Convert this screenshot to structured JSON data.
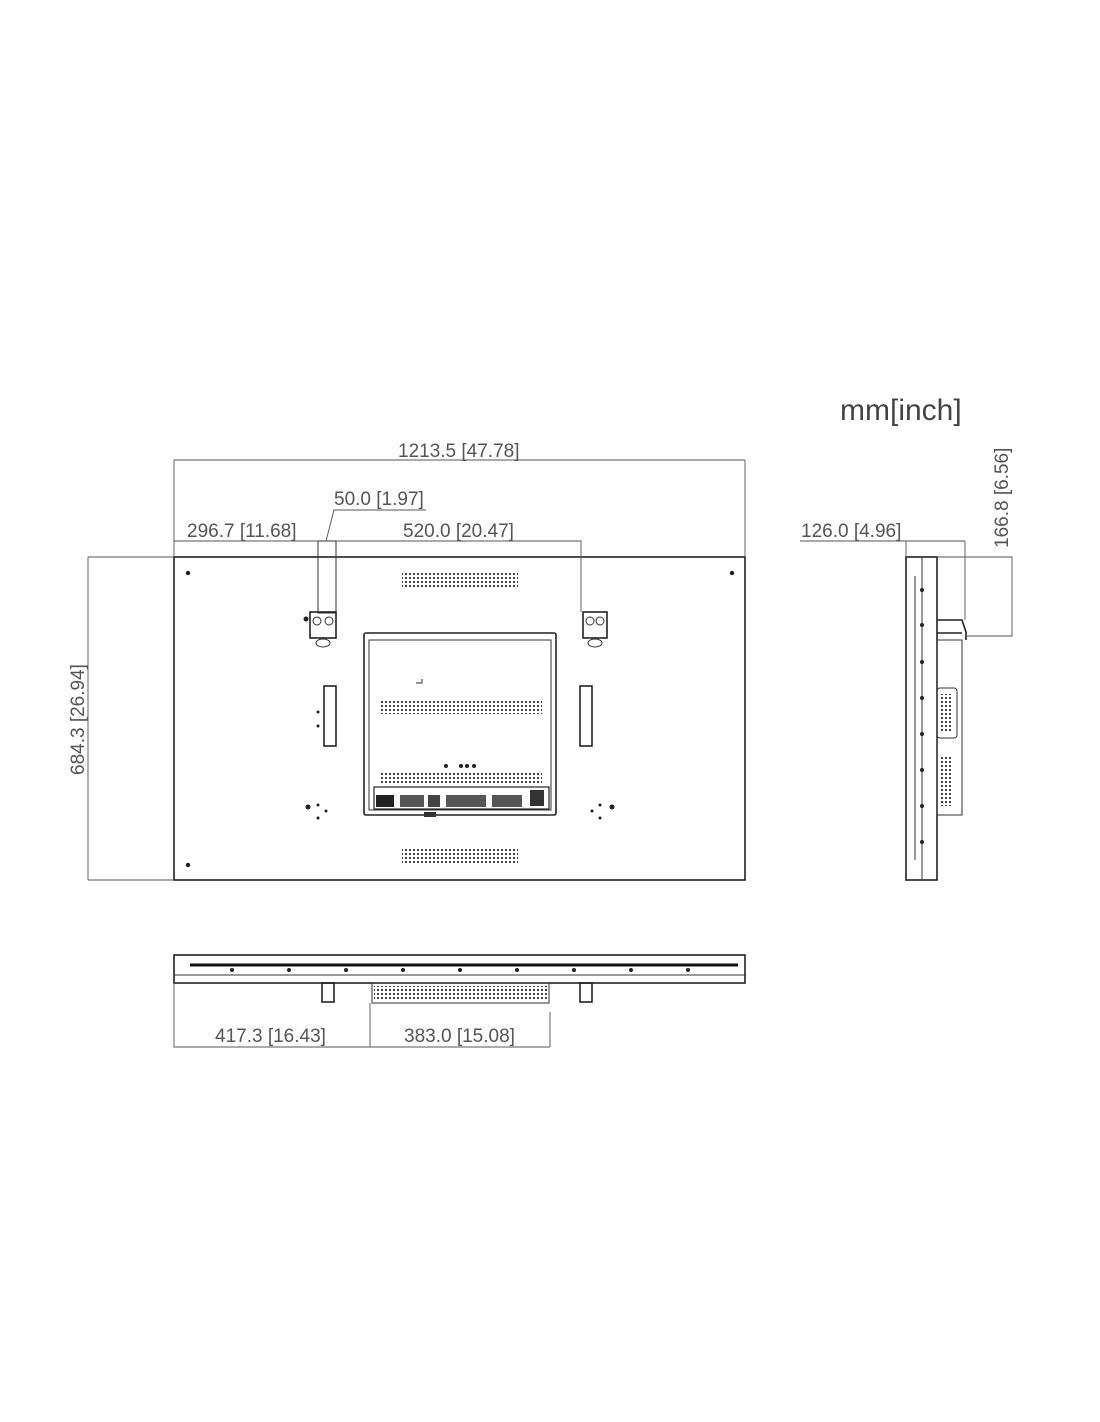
{
  "drawing": {
    "unit_label": "mm[inch]",
    "front_view": {
      "overall_width": "1213.5 [47.78]",
      "overall_height": "684.3 [26.94]",
      "bracket_offset": "296.7 [11.68]",
      "bracket_width": "50.0 [1.97]",
      "bracket_spacing": "520.0 [20.47]"
    },
    "side_view": {
      "depth": "126.0 [4.96]",
      "bracket_height": "166.8 [6.56]"
    },
    "bottom_view": {
      "left_offset": "417.3 [16.43]",
      "box_width": "383.0 [15.08]"
    },
    "colors": {
      "line": "#333333",
      "dimension": "#555555"
    }
  }
}
